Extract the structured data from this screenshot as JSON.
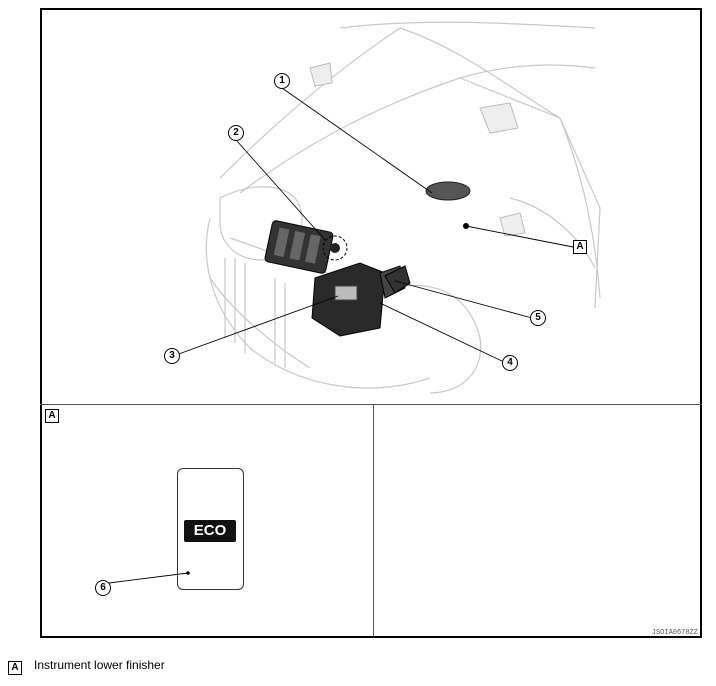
{
  "callouts": {
    "c1": "1",
    "c2": "2",
    "c3": "3",
    "c4": "4",
    "c5": "5",
    "c6": "6"
  },
  "view_tag_main": "A",
  "view_tag_panel": "A",
  "eco_label": "ECO",
  "image_code": "JSOIA0678ZZ",
  "legend": {
    "tag": "A",
    "text": "Instrument lower finisher"
  }
}
